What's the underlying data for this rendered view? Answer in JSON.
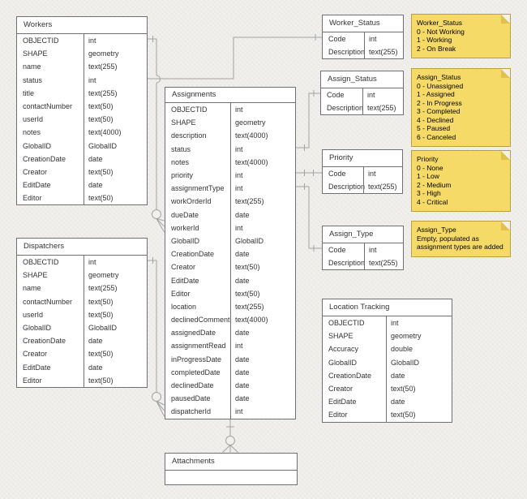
{
  "colors": {
    "page_bg": "#f1f0ed",
    "table_border": "#707070",
    "line": "#a3a3a3",
    "note_bg": "#f6da68",
    "note_fold": "#e2c04d",
    "note_border": "#bd9c42"
  },
  "entities": {
    "workers": {
      "title": "Workers",
      "fields": [
        {
          "name": "OBJECTID",
          "type": "int"
        },
        {
          "name": "SHAPE",
          "type": "geometry"
        },
        {
          "name": "name",
          "type": "text(255)"
        },
        {
          "name": "status",
          "type": "int"
        },
        {
          "name": "title",
          "type": "text(255)"
        },
        {
          "name": "contactNumber",
          "type": "text(50)"
        },
        {
          "name": "userId",
          "type": "text(50)"
        },
        {
          "name": "notes",
          "type": "text(4000)"
        },
        {
          "name": "GlobalID",
          "type": "GlobalID"
        },
        {
          "name": "CreationDate",
          "type": "date"
        },
        {
          "name": "Creator",
          "type": "text(50)"
        },
        {
          "name": "EditDate",
          "type": "date"
        },
        {
          "name": "Editor",
          "type": "text(50)"
        }
      ]
    },
    "dispatchers": {
      "title": "Dispatchers",
      "fields": [
        {
          "name": "OBJECTID",
          "type": "int"
        },
        {
          "name": "SHAPE",
          "type": "geometry"
        },
        {
          "name": "name",
          "type": "text(255)"
        },
        {
          "name": "contactNumber",
          "type": "text(50)"
        },
        {
          "name": "userId",
          "type": "text(50)"
        },
        {
          "name": "GlobalID",
          "type": "GlobalID"
        },
        {
          "name": "CreationDate",
          "type": "date"
        },
        {
          "name": "Creator",
          "type": "text(50)"
        },
        {
          "name": "EditDate",
          "type": "date"
        },
        {
          "name": "Editor",
          "type": "text(50)"
        }
      ]
    },
    "assignments": {
      "title": "Assignments",
      "fields": [
        {
          "name": "OBJECTID",
          "type": "int"
        },
        {
          "name": "SHAPE",
          "type": "geometry"
        },
        {
          "name": "description",
          "type": "text(4000)"
        },
        {
          "name": "status",
          "type": "int"
        },
        {
          "name": "notes",
          "type": "text(4000)"
        },
        {
          "name": "priority",
          "type": "int"
        },
        {
          "name": "assignmentType",
          "type": "int"
        },
        {
          "name": "workOrderId",
          "type": "text(255)"
        },
        {
          "name": "dueDate",
          "type": "date"
        },
        {
          "name": "workerId",
          "type": "int"
        },
        {
          "name": "GlobalID",
          "type": "GlobalID"
        },
        {
          "name": "CreationDate",
          "type": "date"
        },
        {
          "name": "Creator",
          "type": "text(50)"
        },
        {
          "name": "EditDate",
          "type": "date"
        },
        {
          "name": "Editor",
          "type": "text(50)"
        },
        {
          "name": "location",
          "type": "text(255)"
        },
        {
          "name": "declinedComment",
          "type": "text(4000)"
        },
        {
          "name": "assignedDate",
          "type": "date"
        },
        {
          "name": "assignmentRead",
          "type": "int"
        },
        {
          "name": "inProgressDate",
          "type": "date"
        },
        {
          "name": "completedDate",
          "type": "date"
        },
        {
          "name": "declinedDate",
          "type": "date"
        },
        {
          "name": "pausedDate",
          "type": "date"
        },
        {
          "name": "dispatcherId",
          "type": "int"
        }
      ]
    },
    "worker_status": {
      "title": "Worker_Status",
      "fields": [
        {
          "name": "Code",
          "type": "int"
        },
        {
          "name": "Description",
          "type": "text(255)"
        }
      ]
    },
    "assign_status": {
      "title": "Assign_Status",
      "fields": [
        {
          "name": "Code",
          "type": "int"
        },
        {
          "name": "Description",
          "type": "text(255)"
        }
      ]
    },
    "priority": {
      "title": "Priority",
      "fields": [
        {
          "name": "Code",
          "type": "int"
        },
        {
          "name": "Description",
          "type": "text(255)"
        }
      ]
    },
    "assign_type": {
      "title": "Assign_Type",
      "fields": [
        {
          "name": "Code",
          "type": "int"
        },
        {
          "name": "Description",
          "type": "text(255)"
        }
      ]
    },
    "location_tracking": {
      "title": "Location Tracking",
      "fields": [
        {
          "name": "OBJECTID",
          "type": "int"
        },
        {
          "name": "SHAPE",
          "type": "geometry"
        },
        {
          "name": "Accuracy",
          "type": "double"
        },
        {
          "name": "GlobalID",
          "type": "GlobalID"
        },
        {
          "name": "CreationDate",
          "type": "date"
        },
        {
          "name": "Creator",
          "type": "text(50)"
        },
        {
          "name": "EditDate",
          "type": "date"
        },
        {
          "name": "Editor",
          "type": "text(50)"
        }
      ]
    },
    "attachments": {
      "title": "Attachments",
      "fields": []
    }
  },
  "notes": {
    "worker_status": {
      "title": "Worker_Status",
      "lines": [
        "0 - Not Working",
        "1 - Working",
        "2 - On Break"
      ]
    },
    "assign_status": {
      "title": "Assign_Status",
      "lines": [
        "0 - Unassigned",
        "1 - Assigned",
        "2 - In Progress",
        "3 - Completed",
        "4 - Declined",
        "5 - Paused",
        "6 - Canceled"
      ]
    },
    "priority": {
      "title": "Priority",
      "lines": [
        "0 - None",
        "1 - Low",
        "2 - Medium",
        "3 - High",
        "4 - Critical"
      ]
    },
    "assign_type": {
      "title": "Assign_Type",
      "lines": [
        "Empty, populated as assignment types are added"
      ]
    }
  }
}
